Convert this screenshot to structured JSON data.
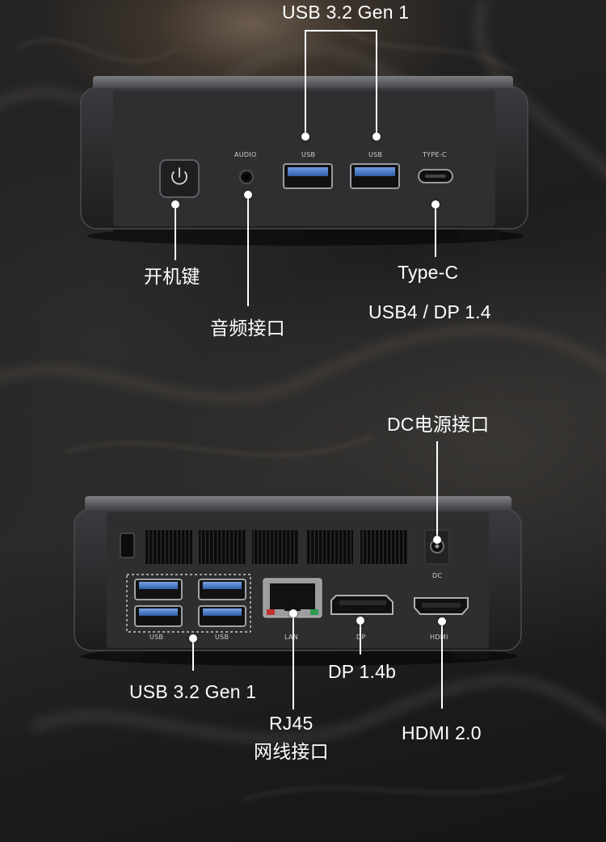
{
  "top_view": {
    "callouts": {
      "usb_title": "USB 3.2 Gen 1",
      "power_key": "开机键",
      "audio_port": "音频接口",
      "type_c": "Type-C",
      "type_c_spec": "USB4 / DP 1.4"
    },
    "silk_labels": {
      "audio": "AUDIO",
      "usb_a": "USB",
      "usb_b": "USB",
      "type_c": "TYPE-C"
    }
  },
  "bottom_view": {
    "callouts": {
      "dc_power": "DC电源接口",
      "usb_group": "USB 3.2 Gen 1",
      "rj45": "RJ45",
      "rj45_desc": "网线接口",
      "dp": "DP 1.4b",
      "hdmi": "HDMI 2.0"
    },
    "silk_labels": {
      "dc": "DC",
      "usb_a": "USB",
      "usb_b": "USB",
      "lan": "LAN",
      "dp": "DP",
      "hdmi": "HDMI"
    }
  },
  "colors": {
    "background": "#1f1e1e",
    "device_body": "#2b2c2e",
    "usb_blue": "#3b6fb8",
    "callout": "#ffffff",
    "lan_led_left": "#c23030",
    "lan_led_right": "#2e9a52"
  },
  "icons": {
    "power": "power-icon"
  }
}
